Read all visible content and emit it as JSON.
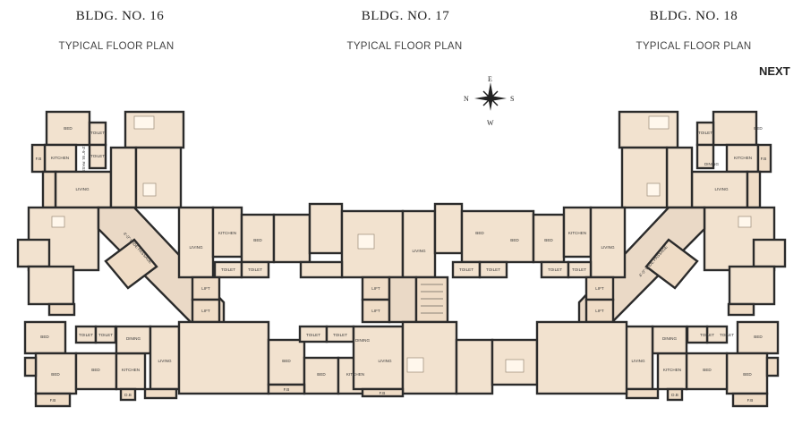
{
  "buildings": [
    {
      "title": "BLDG. NO. 16",
      "subtitle": "TYPICAL FLOOR PLAN"
    },
    {
      "title": "BLDG. NO. 17",
      "subtitle": "TYPICAL FLOOR PLAN"
    },
    {
      "title": "BLDG. NO. 18",
      "subtitle": "TYPICAL FLOOR PLAN"
    }
  ],
  "next_label": "NEXT",
  "compass": {
    "n": "N",
    "s": "S",
    "e": "E",
    "w": "W"
  },
  "labels": {
    "bed": "BED",
    "kitchen": "KITCHEN",
    "living": "LIVING",
    "toilet": "TOILET",
    "dining": "DINING",
    "lift": "LIFT",
    "fb": "F.B",
    "db": "D.B",
    "passage": "4'-0\" WIDE PASSAGE",
    "wpass": "3'-6\" W. PASS"
  },
  "colors": {
    "room": "#f2e2cf",
    "wall": "#2b2b2b",
    "passage": "#ead9c6"
  }
}
